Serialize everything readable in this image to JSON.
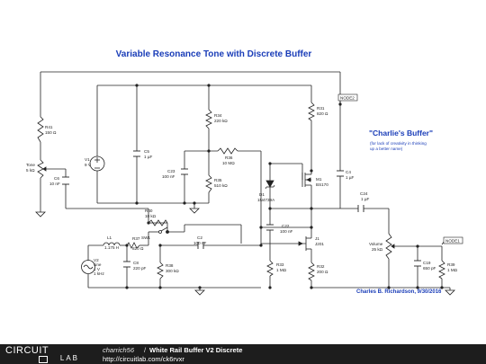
{
  "title": "Variable Resonance Tone with Discrete Buffer",
  "note_title": "\"Charlie's Buffer\"",
  "note_lines": [
    "(for lack of creativity in thinking",
    "up a better name)"
  ],
  "author_line": "Charles B. Richardson, 9/30/2016",
  "footer": {
    "logo_top": "CIRCUIT",
    "logo_bottom_left": "",
    "logo_bottom_right": "LAB",
    "author": "charrich56",
    "separator": "/",
    "circuit_title": "White Rail Buffer V2 Discrete",
    "url": "http://circuitlab.com/ck6rvxr"
  },
  "nodes": {
    "node2": "NODE2",
    "node1": "NODE1"
  },
  "parts": {
    "R41": {
      "name": "R41",
      "value": "150 Ω"
    },
    "Tone": {
      "name": "Tone",
      "value": "5 kΩ"
    },
    "C6": {
      "name": "C6",
      "value": "10 nF"
    },
    "V1": {
      "name": "V1",
      "value": "9 V"
    },
    "C5": {
      "name": "C5",
      "value": "1 µF"
    },
    "R34": {
      "name": "R34",
      "value": "220 kΩ"
    },
    "C23": {
      "name": "C23",
      "value": "100 nF"
    },
    "R35": {
      "name": "R35",
      "value": "510 kΩ"
    },
    "R36": {
      "name": "R36",
      "value": "10 MΩ"
    },
    "R31": {
      "name": "R31",
      "value": "820 Ω"
    },
    "C4": {
      "name": "C4",
      "value": "1 µF"
    },
    "M1": {
      "name": "M1",
      "value": "BS170"
    },
    "D1": {
      "name": "D1",
      "value": "1N4739A"
    },
    "C24": {
      "name": "C24",
      "value": "1 µF"
    },
    "R40": {
      "name": "R40",
      "value": "10 kΩ"
    },
    "SW1": {
      "name": "SW1",
      "value": ""
    },
    "L1": {
      "name": "L1",
      "value": "1.175 H"
    },
    "R37": {
      "name": "R37",
      "value": "820 Ω"
    },
    "V2": {
      "name": "V2",
      "value": "sine",
      "value2": "1 V",
      "value3": "1 kHz"
    },
    "C8": {
      "name": "C8",
      "value": "220 pF"
    },
    "R38": {
      "name": "R38",
      "value": "300 kΩ"
    },
    "C2": {
      "name": "C2",
      "value": "100 nF"
    },
    "C22": {
      "name": "C22",
      "value": "100 nF"
    },
    "J1": {
      "name": "J1",
      "value": "J201"
    },
    "R33": {
      "name": "R33",
      "value": "1 MΩ"
    },
    "R32": {
      "name": "R32",
      "value": "200 Ω"
    },
    "Volume": {
      "name": "Volume",
      "value": "25 kΩ"
    },
    "C19": {
      "name": "C19",
      "value": "650 pF"
    },
    "R39": {
      "name": "R39",
      "value": "1 MΩ"
    }
  }
}
